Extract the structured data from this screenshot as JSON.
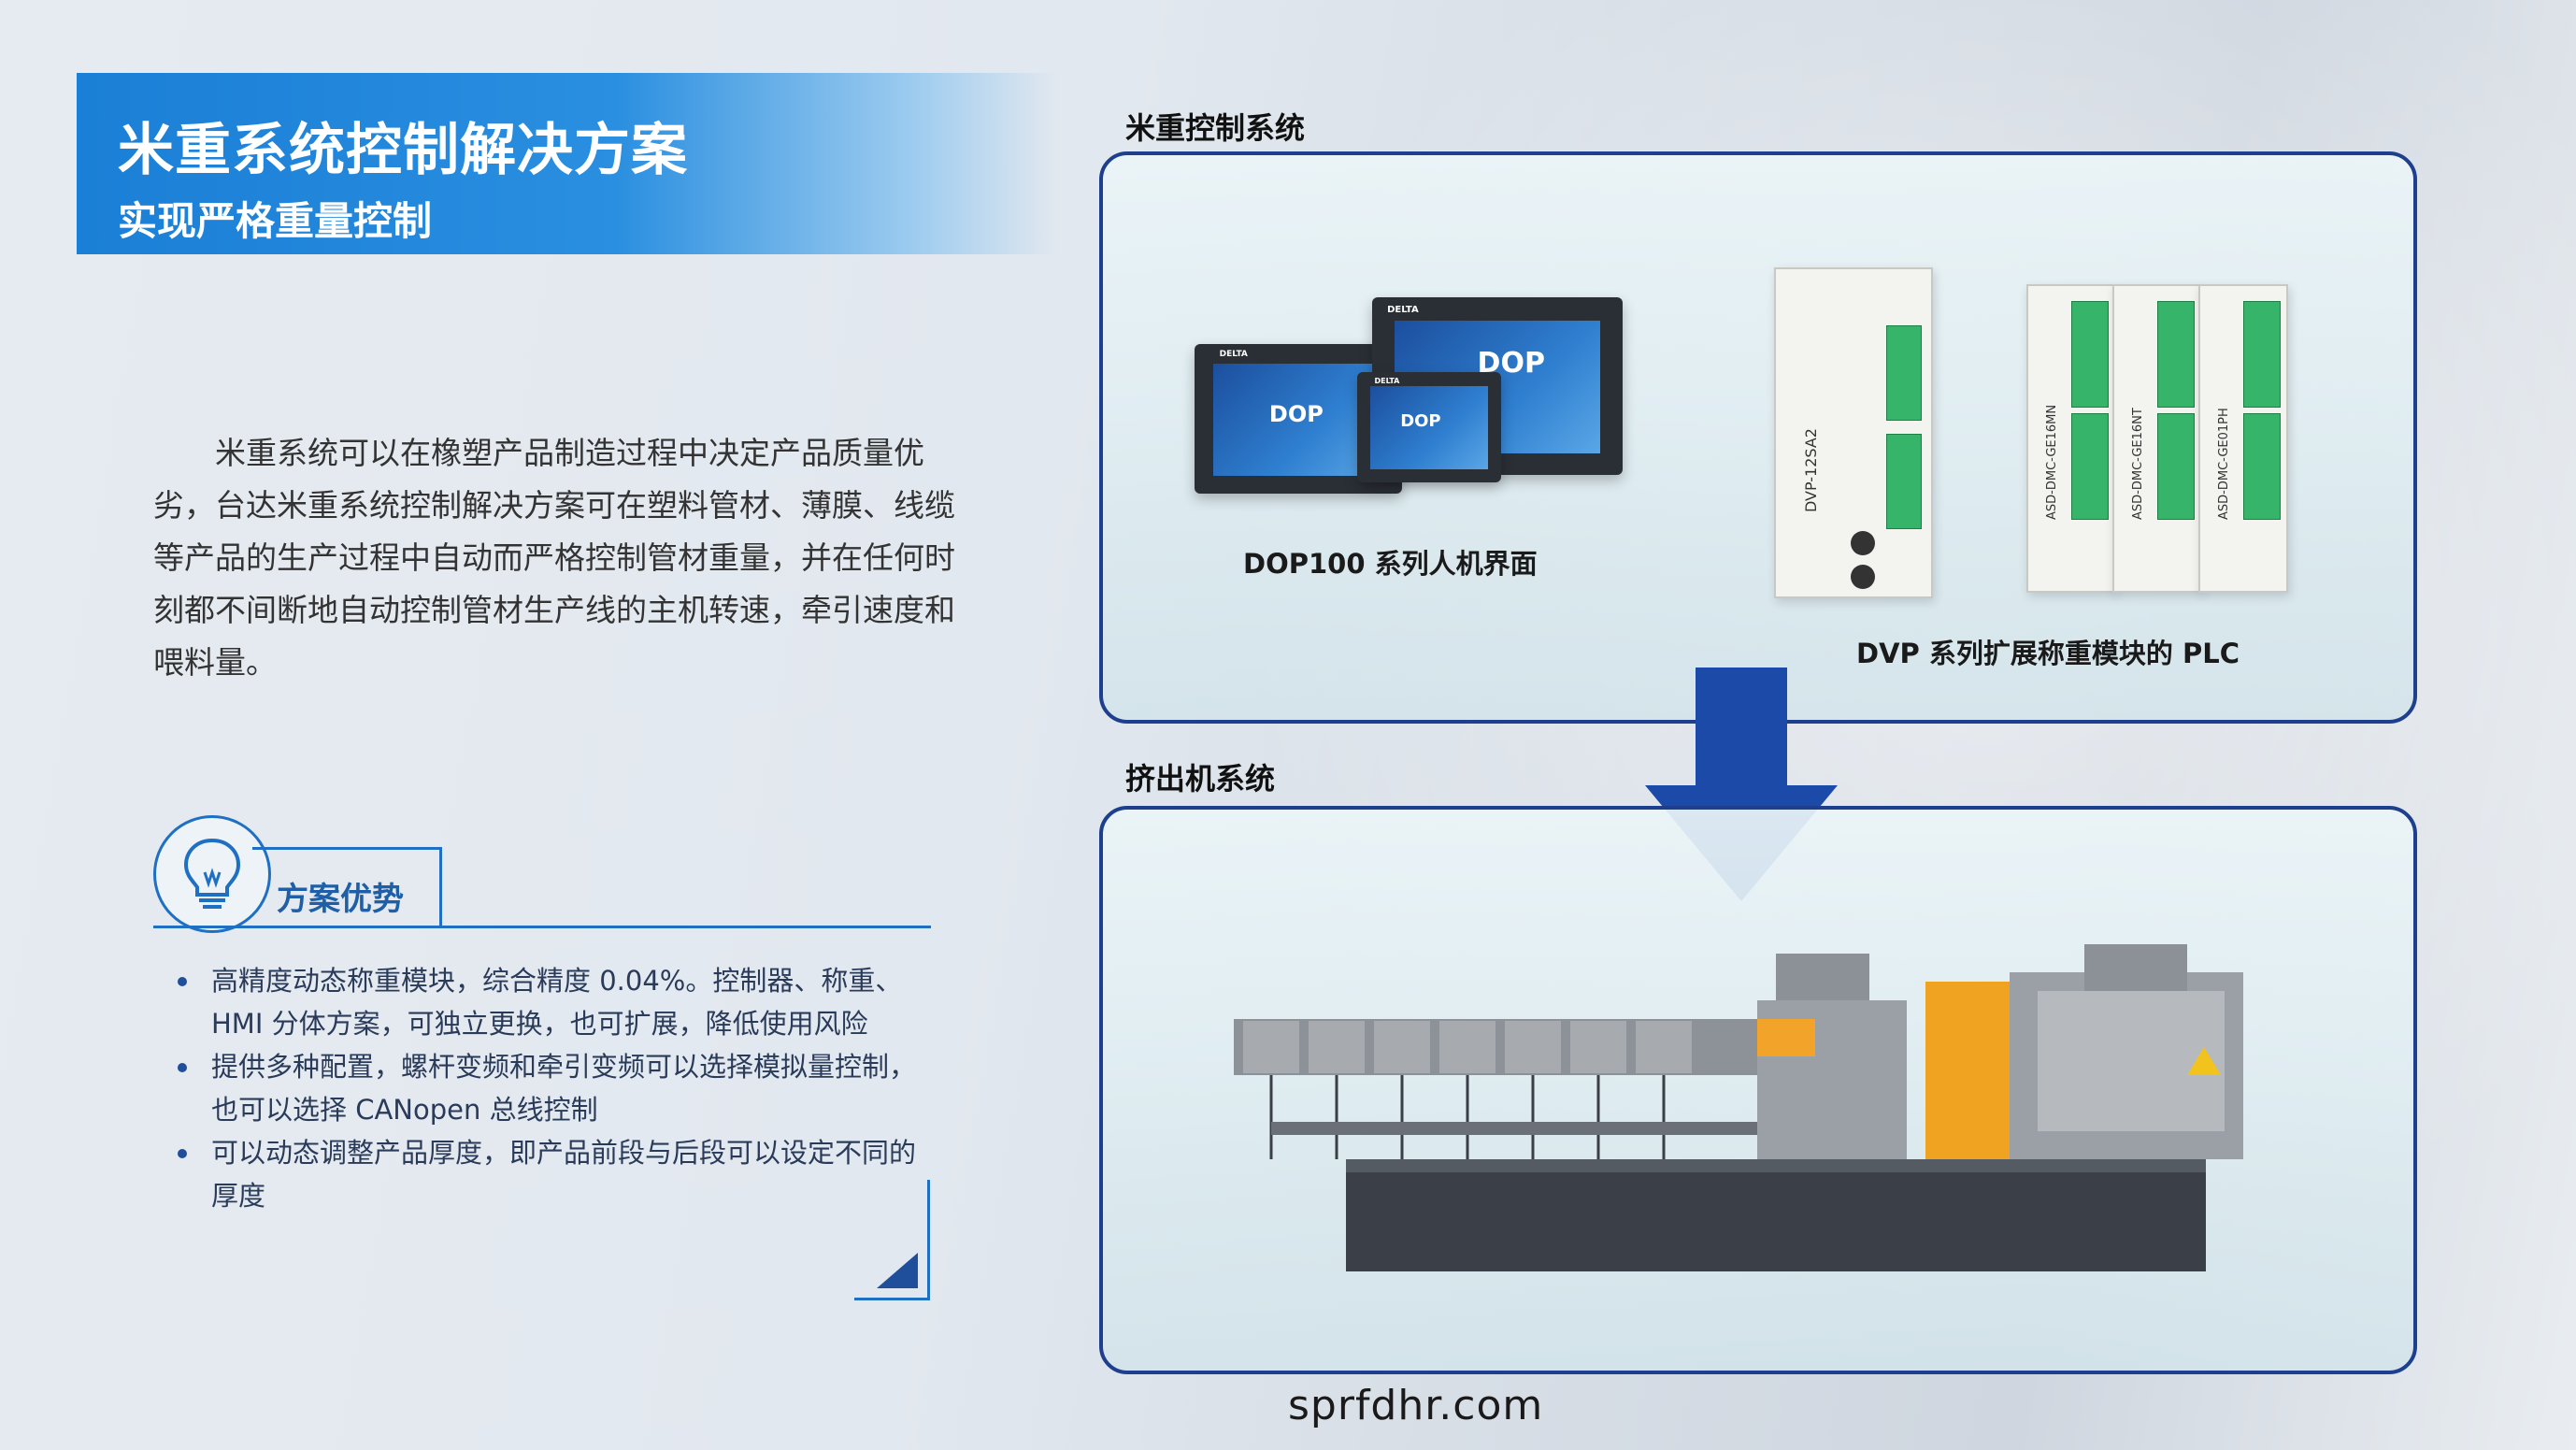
{
  "header": {
    "title": "米重系统控制解决方案",
    "subtitle": "实现严格重量控制"
  },
  "intro": "米重系统可以在橡塑产品制造过程中决定产品质量优劣，台达米重系统控制解决方案可在塑料管材、薄膜、线缆等产品的生产过程中自动而严格控制管材重量，并在任何时刻都不间断地自动控制管材生产线的主机转速，牵引速度和喂料量。",
  "advantages": {
    "title": "方案优势",
    "icon": "lightbulb-icon",
    "items": [
      "高精度动态称重模块，综合精度 0.04%。控制器、称重、HMI 分体方案，可独立更换，也可扩展，降低使用风险",
      "提供多种配置，螺杆变频和牵引变频可以选择模拟量控制，也可以选择 CANopen 总线控制",
      "可以动态调整产品厚度，即产品前段与后段可以设定不同的厚度"
    ]
  },
  "sections": {
    "top_label": "米重控制系统",
    "bottom_label": "挤出机系统",
    "hmi_caption": "DOP100 系列人机界面",
    "plc_caption": "DVP 系列扩展称重模块的 PLC",
    "hmi_screen_text": "DOP",
    "hmi_brand": "DELTA",
    "plc_model": "DVP-12SA2",
    "module_models": [
      "ASD-DMC-GE16MN",
      "ASD-DMC-GE16NT",
      "ASD-DMC-GE01PH"
    ]
  },
  "footer": "sprfdhr.com",
  "colors": {
    "accent": "#1f6fc3",
    "banner": "#1a7fd6",
    "panel_border": "#1e3f8e",
    "arrow": "#1b4aa8"
  }
}
